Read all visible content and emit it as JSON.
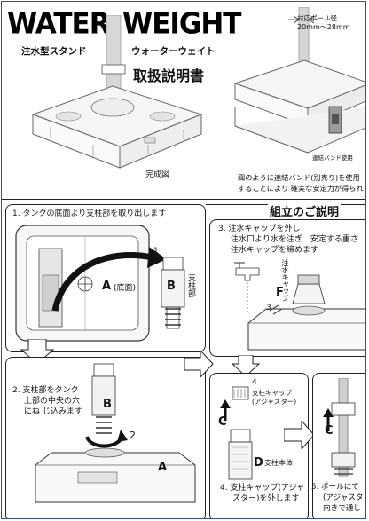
{
  "header": {
    "title_left": "WATER",
    "title_right": "WEIGHT",
    "subtitle_left": "注水型スタンド",
    "subtitle_right": "ウォーターウェイト",
    "manual_title": "取扱説明書",
    "caption_complete": "完成図",
    "pole_spec_line1": "対応ポール径",
    "pole_spec_line2": "20mm〜28mm",
    "band_caption": "連結バンド使用",
    "note_line1": "図のように連結バンド(別売り)を使用",
    "note_line2": "することにより 確実な安定力が得られま"
  },
  "assembly": {
    "heading": "組立のご説明"
  },
  "steps": [
    {
      "line1": "1. タンクの底面より支柱部を取り出します",
      "label_a": "A",
      "label_a_note": "(底面)",
      "label_b": "B",
      "side_label": "支柱部",
      "num": "1"
    },
    {
      "line1": "2. 支柱部をタンク",
      "line2": "上部の中央の穴",
      "line3": "にね じ込みます",
      "label_b": "B",
      "label_a": "A",
      "num": "2"
    },
    {
      "line1": "3. 注水キャップを外し",
      "line2": "注水口より水を注ぎ　安定する重さ",
      "line3": "注水キャップを締めます",
      "label_f": "F",
      "side_label": "注水キャップ",
      "num": "3"
    },
    {
      "line1": "4. 支柱キャップ(アジャ",
      "line2": "スター)を外します",
      "num": "4",
      "cap_label": "支柱キャップ",
      "cap_label2": "(アジャスター)",
      "label_c": "C",
      "label_d": "D",
      "d_note": "支柱本体"
    },
    {
      "line1": "5. ポールにて",
      "line2": "(アジャスタ",
      "line3": "向きで通し",
      "num": "5",
      "label_c": "C"
    }
  ]
}
